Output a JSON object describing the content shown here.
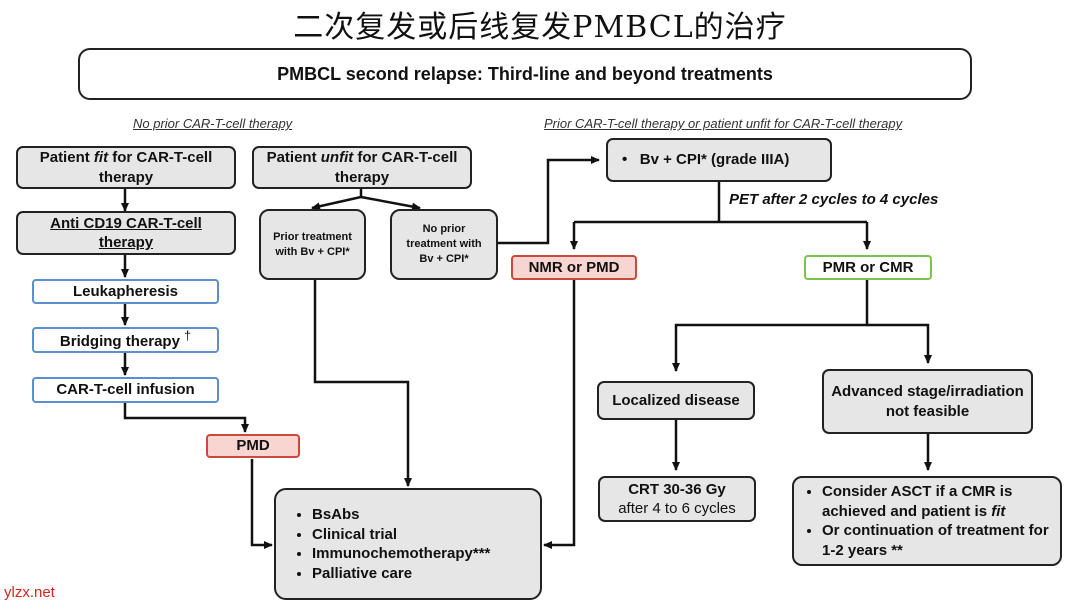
{
  "title": "二次复发或后线复发PMBCL的治疗",
  "banner": "PMBCL second relapse: Third-line and beyond treatments",
  "headers": {
    "left": "No prior CAR-T-cell therapy",
    "right": "Prior CAR-T-cell therapy or patient unfit for CAR-T-cell therapy"
  },
  "fit": {
    "pre": "Patient ",
    "em": "fit",
    "post": " for CAR-T-cell therapy"
  },
  "unfit": {
    "pre": "Patient ",
    "em": "unfit",
    "post": " for CAR-T-cell therapy"
  },
  "anti_cd19": "Anti CD19 CAR-T-cell therapy",
  "leukapheresis": "Leukapheresis",
  "bridging": "Bridging therapy",
  "bridging_mark": "†",
  "car_infusion": "CAR-T-cell infusion",
  "pmd_left": "PMD",
  "prior_treatment": "Prior treatment with Bv + CPI*",
  "no_prior_treatment": "No prior treatment with Bv + CPI*",
  "bv_cpi": "Bv + CPI*  (grade IIIA)",
  "pet": "PET after 2 cycles to 4 cycles",
  "nmr_pmd": "NMR or PMD",
  "pmr_cmr": "PMR or CMR",
  "localized": "Localized disease",
  "advanced": "Advanced stage/irradiation not feasible",
  "crt": {
    "line1": "CRT 30-36 Gy",
    "line2": "after 4 to 6 cycles"
  },
  "asct": [
    {
      "pre": "Consider ASCT if a CMR is achieved and patient is ",
      "em": "fit"
    },
    {
      "pre": "Or continuation of treatment for 1-2 years **",
      "em": ""
    }
  ],
  "treatments": [
    "BsAbs",
    "Clinical trial",
    "Immunochemotherapy***",
    "Palliative care"
  ],
  "watermark": "ylzx.net",
  "colors": {
    "blue_border": "#5b8fd0",
    "red_border": "#c94a3c",
    "red_fill": "#f9d5d1",
    "green_border": "#7cc24a",
    "box_fill": "#e6e6e6"
  }
}
